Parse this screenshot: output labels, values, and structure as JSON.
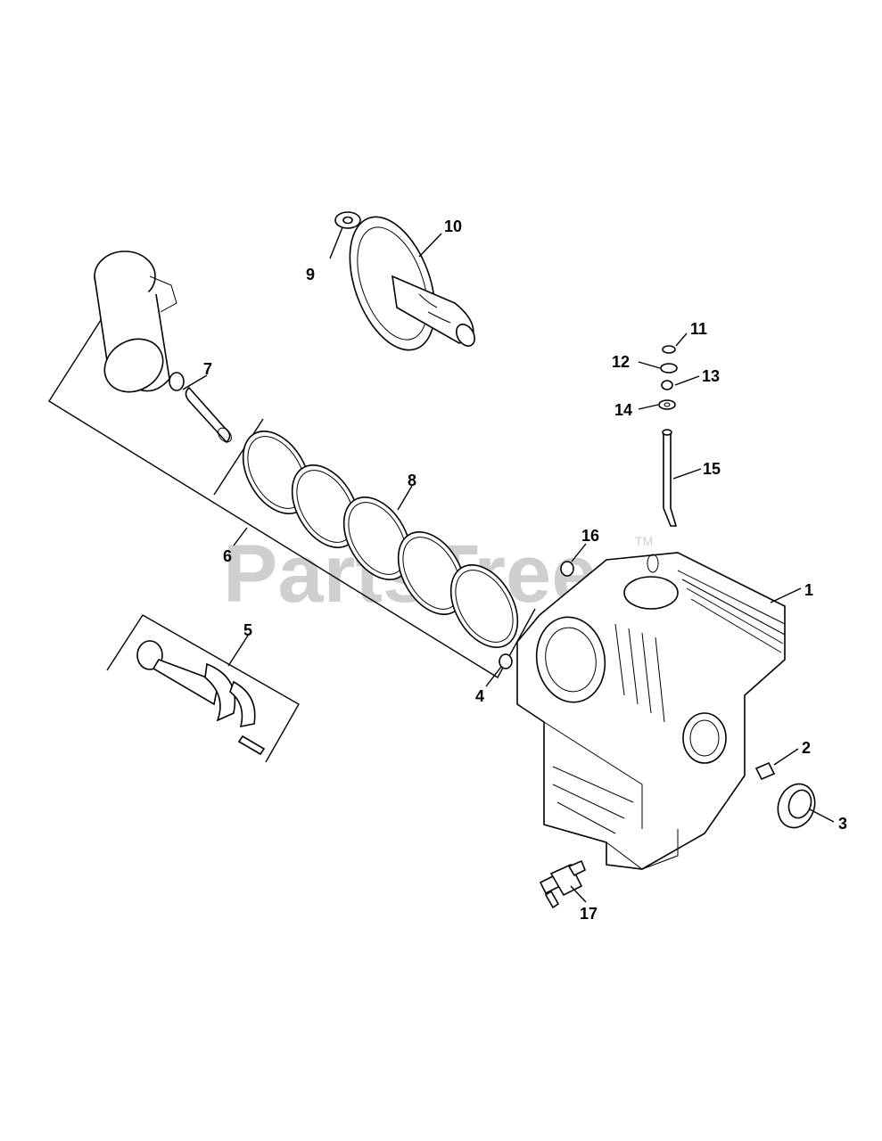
{
  "watermark": {
    "text": "PartsTree",
    "trademark": "TM"
  },
  "callouts": {
    "c1": "1",
    "c2": "2",
    "c3": "3",
    "c4": "4",
    "c5": "5",
    "c6": "6",
    "c7": "7",
    "c8": "8",
    "c9": "9",
    "c10": "10",
    "c11": "11",
    "c12": "12",
    "c13": "13",
    "c14": "14",
    "c15": "15",
    "c16": "16",
    "c17": "17"
  },
  "colors": {
    "line": "#000000",
    "watermark": "#cfcfcf",
    "background": "#ffffff"
  }
}
